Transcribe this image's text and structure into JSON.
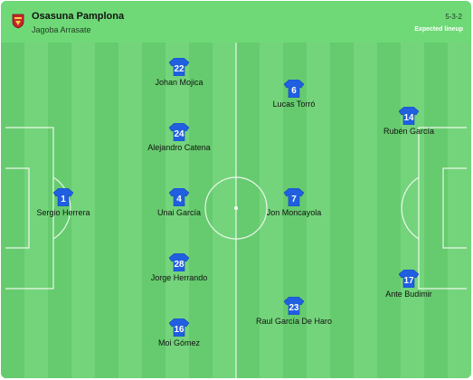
{
  "team": {
    "name": "Osasuna Pamplona",
    "coach": "Jagoba Arrasate",
    "formation": "5-3-2",
    "lineup_label": "Expected lineup"
  },
  "colors": {
    "header_bg": "#6fd977",
    "pitch_light": "#74d47b",
    "pitch_dark": "#66cb6e",
    "shirt_blue": "#1f5fe0",
    "number_text": "#ffffff"
  },
  "icons": {
    "crest": "osasuna-crest-icon",
    "shirt": "jersey-icon"
  },
  "players": [
    {
      "id": "herrera",
      "name": "Sergio Herrera",
      "number": "1"
    },
    {
      "id": "mojica",
      "name": "Johan Mojica",
      "number": "22"
    },
    {
      "id": "catena",
      "name": "Alejandro Catena",
      "number": "24"
    },
    {
      "id": "garcia",
      "name": "Unai García",
      "number": "4"
    },
    {
      "id": "herrando",
      "name": "Jorge Herrando",
      "number": "28"
    },
    {
      "id": "gomez",
      "name": "Moi Gómez",
      "number": "16"
    },
    {
      "id": "torro",
      "name": "Lucas Torró",
      "number": "6"
    },
    {
      "id": "moncayola",
      "name": "Jon Moncayola",
      "number": "7"
    },
    {
      "id": "dehar",
      "name": "Raul García De Haro",
      "number": "23"
    },
    {
      "id": "rgarcia",
      "name": "Rubén García",
      "number": "14"
    },
    {
      "id": "budimir",
      "name": "Ante Budimir",
      "number": "17"
    }
  ]
}
